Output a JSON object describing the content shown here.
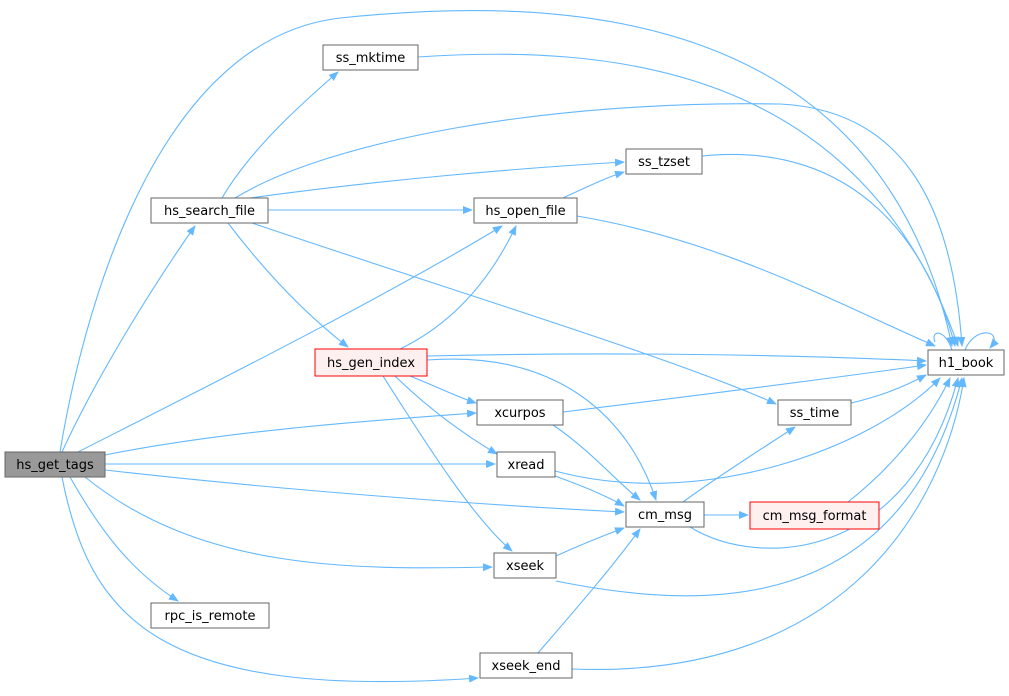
{
  "colors": {
    "edge": "#63b8ff",
    "node_border": "#666666",
    "node_fill": "#ffffff",
    "root_fill": "#999999",
    "root_border": "#666666",
    "highlight_fill": "#fff0f0",
    "highlight_border": "#ff0000",
    "text": "#000000"
  },
  "nodes": [
    {
      "id": "hs_get_tags",
      "label": "hs_get_tags",
      "style": "root"
    },
    {
      "id": "ss_mktime",
      "label": "ss_mktime",
      "style": "normal"
    },
    {
      "id": "hs_search_file",
      "label": "hs_search_file",
      "style": "normal"
    },
    {
      "id": "ss_tzset",
      "label": "ss_tzset",
      "style": "normal"
    },
    {
      "id": "hs_open_file",
      "label": "hs_open_file",
      "style": "normal"
    },
    {
      "id": "hs_gen_index",
      "label": "hs_gen_index",
      "style": "highlight"
    },
    {
      "id": "h1_book",
      "label": "h1_book",
      "style": "normal"
    },
    {
      "id": "xcurpos",
      "label": "xcurpos",
      "style": "normal"
    },
    {
      "id": "ss_time",
      "label": "ss_time",
      "style": "normal"
    },
    {
      "id": "xread",
      "label": "xread",
      "style": "normal"
    },
    {
      "id": "cm_msg",
      "label": "cm_msg",
      "style": "normal"
    },
    {
      "id": "cm_msg_format",
      "label": "cm_msg_format",
      "style": "highlight"
    },
    {
      "id": "xseek",
      "label": "xseek",
      "style": "normal"
    },
    {
      "id": "rpc_is_remote",
      "label": "rpc_is_remote",
      "style": "normal"
    },
    {
      "id": "xseek_end",
      "label": "xseek_end",
      "style": "normal"
    }
  ],
  "edges": [
    {
      "from": "hs_get_tags",
      "to": "h1_book"
    },
    {
      "from": "hs_get_tags",
      "to": "hs_search_file"
    },
    {
      "from": "hs_get_tags",
      "to": "hs_open_file"
    },
    {
      "from": "hs_get_tags",
      "to": "xcurpos"
    },
    {
      "from": "hs_get_tags",
      "to": "xread"
    },
    {
      "from": "hs_get_tags",
      "to": "cm_msg"
    },
    {
      "from": "hs_get_tags",
      "to": "xseek"
    },
    {
      "from": "hs_get_tags",
      "to": "rpc_is_remote"
    },
    {
      "from": "hs_get_tags",
      "to": "xseek_end"
    },
    {
      "from": "hs_search_file",
      "to": "ss_mktime"
    },
    {
      "from": "hs_search_file",
      "to": "h1_book"
    },
    {
      "from": "hs_search_file",
      "to": "ss_tzset"
    },
    {
      "from": "hs_search_file",
      "to": "hs_open_file"
    },
    {
      "from": "hs_search_file",
      "to": "hs_gen_index"
    },
    {
      "from": "hs_search_file",
      "to": "ss_time"
    },
    {
      "from": "ss_mktime",
      "to": "h1_book"
    },
    {
      "from": "ss_tzset",
      "to": "h1_book"
    },
    {
      "from": "hs_open_file",
      "to": "ss_tzset"
    },
    {
      "from": "hs_open_file",
      "to": "h1_book"
    },
    {
      "from": "hs_gen_index",
      "to": "hs_open_file"
    },
    {
      "from": "hs_gen_index",
      "to": "h1_book"
    },
    {
      "from": "hs_gen_index",
      "to": "xcurpos"
    },
    {
      "from": "hs_gen_index",
      "to": "xread"
    },
    {
      "from": "hs_gen_index",
      "to": "cm_msg"
    },
    {
      "from": "hs_gen_index",
      "to": "xseek"
    },
    {
      "from": "h1_book",
      "to": "h1_book"
    },
    {
      "from": "xcurpos",
      "to": "h1_book"
    },
    {
      "from": "xcurpos",
      "to": "cm_msg"
    },
    {
      "from": "ss_time",
      "to": "h1_book"
    },
    {
      "from": "xread",
      "to": "h1_book"
    },
    {
      "from": "xread",
      "to": "cm_msg"
    },
    {
      "from": "cm_msg",
      "to": "ss_time"
    },
    {
      "from": "cm_msg",
      "to": "cm_msg_format"
    },
    {
      "from": "cm_msg",
      "to": "h1_book"
    },
    {
      "from": "cm_msg_format",
      "to": "h1_book"
    },
    {
      "from": "xseek",
      "to": "cm_msg"
    },
    {
      "from": "xseek",
      "to": "h1_book"
    },
    {
      "from": "xseek_end",
      "to": "cm_msg"
    },
    {
      "from": "xseek_end",
      "to": "h1_book"
    }
  ]
}
